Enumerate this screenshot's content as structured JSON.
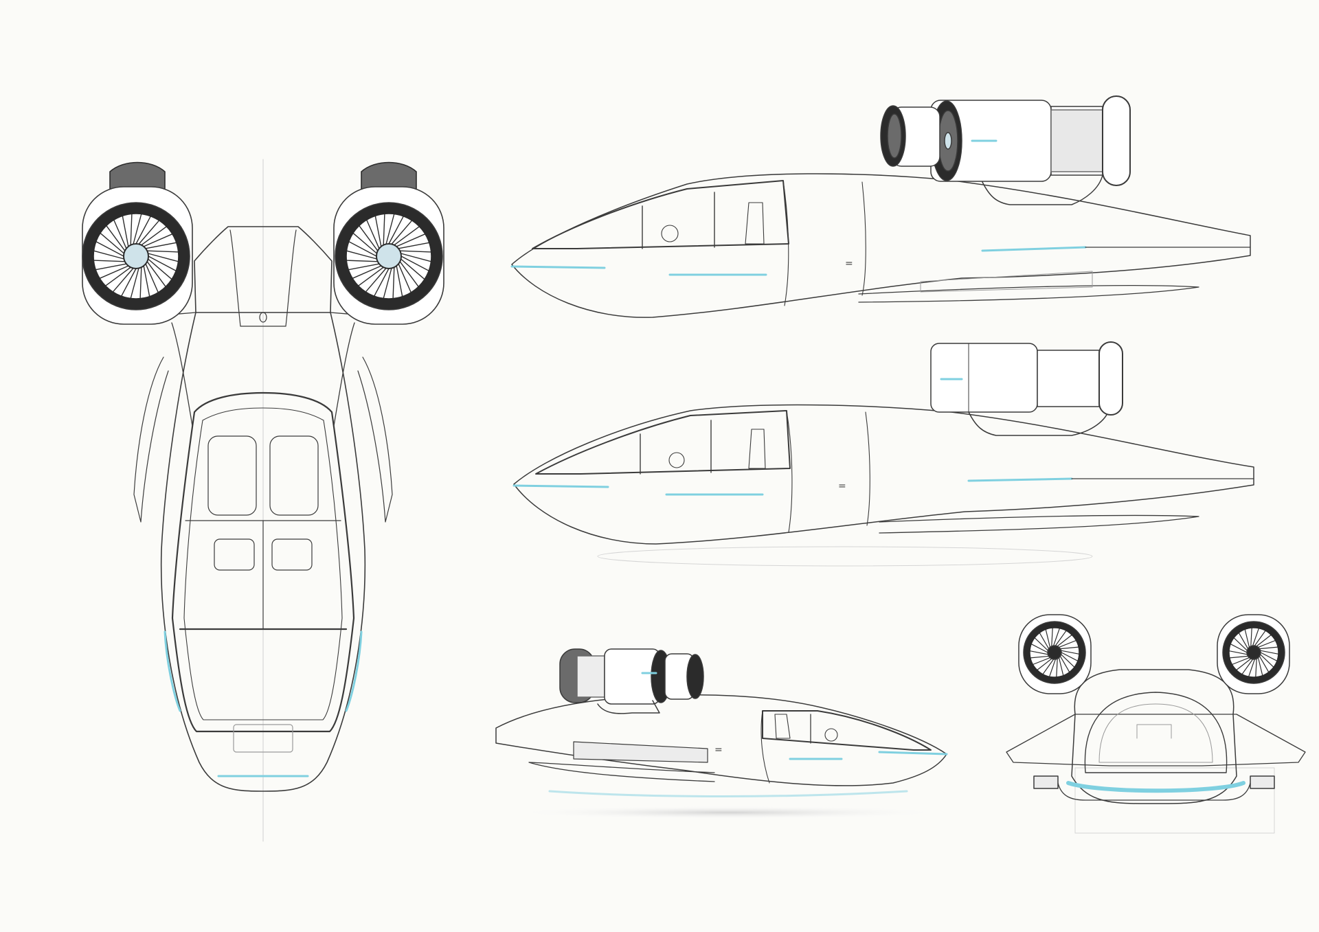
{
  "sheet": {
    "background": "#fbfbf8",
    "views": [
      {
        "id": "top",
        "name": "top-view"
      },
      {
        "id": "side-right",
        "name": "side-view-right"
      },
      {
        "id": "side-right-2",
        "name": "side-view-right-lowered"
      },
      {
        "id": "side-left",
        "name": "side-view-left"
      },
      {
        "id": "front",
        "name": "front-view"
      }
    ]
  },
  "colors": {
    "line": "#3a3a3a",
    "thin": "#9a9a9a",
    "guide": "#cfcfcf",
    "accent": "#7fd0e0",
    "fan_dark": "#2b2b2b",
    "fan_mid": "#6b6b6b",
    "hub": "#cfe3ea"
  },
  "icons": [
    "turbofan-icon",
    "seat-icon",
    "steering-wheel-icon"
  ]
}
